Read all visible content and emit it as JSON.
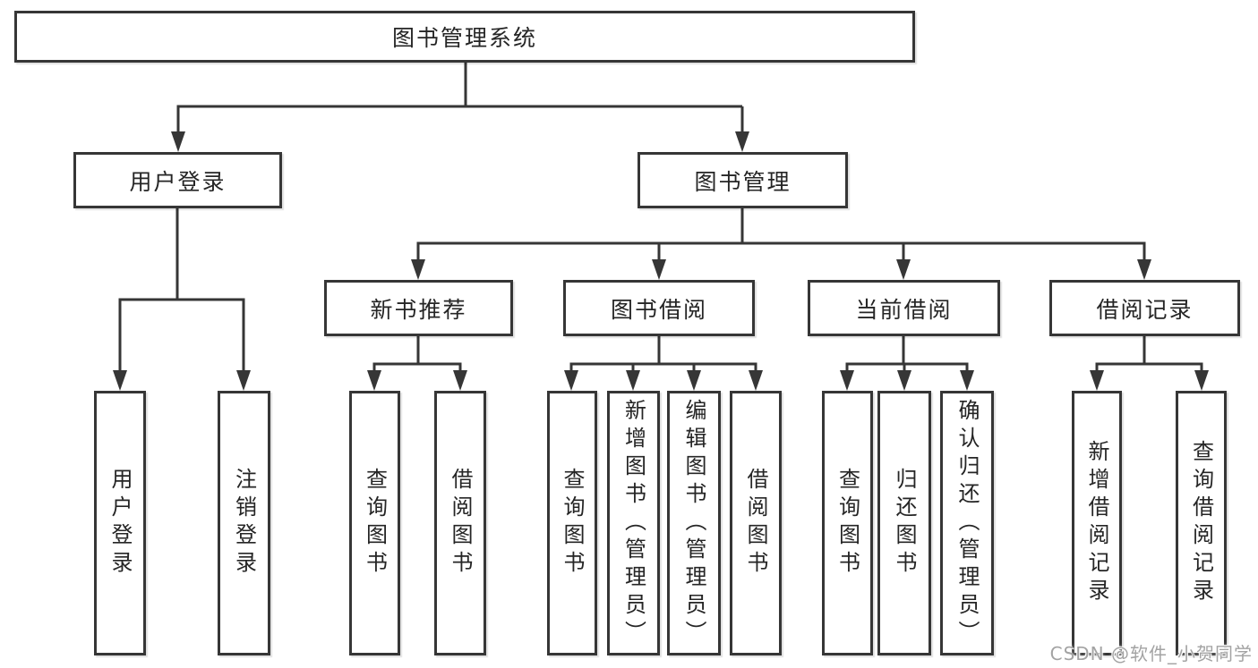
{
  "diagram": {
    "title": "图书管理系统",
    "nodes": {
      "root": "图书管理系统",
      "user_login": "用户登录",
      "book_mgmt": "图书管理",
      "new_book_rec": "新书推荐",
      "book_borrow": "图书借阅",
      "current_borrow": "当前借阅",
      "borrow_records": "借阅记录",
      "leaf_user_login": "用户登录",
      "leaf_logout": "注销登录",
      "leaf_query_book_1": "查询图书",
      "leaf_borrow_book_1": "借阅图书",
      "leaf_query_book_2": "查询图书",
      "leaf_add_book": "新增图书（管理员）",
      "leaf_edit_book": "编辑图书（管理员）",
      "leaf_borrow_book_2": "借阅图书",
      "leaf_query_book_3": "查询图书",
      "leaf_return_book": "归还图书",
      "leaf_confirm_return": "确认归还（管理员）",
      "leaf_add_record": "新增借阅记录",
      "leaf_query_record": "查询借阅记录"
    },
    "hierarchy": {
      "图书管理系统": {
        "用户登录": [
          "用户登录",
          "注销登录"
        ],
        "图书管理": {
          "新书推荐": [
            "查询图书",
            "借阅图书"
          ],
          "图书借阅": [
            "查询图书",
            "新增图书（管理员）",
            "编辑图书（管理员）",
            "借阅图书"
          ],
          "当前借阅": [
            "查询图书",
            "归还图书",
            "确认归还（管理员）"
          ],
          "借阅记录": [
            "新增借阅记录",
            "查询借阅记录"
          ]
        }
      }
    },
    "colors": {
      "line": "#363636",
      "text": "#252525",
      "background": "#ffffff",
      "watermark": "#a3a3a3"
    }
  },
  "watermark": {
    "text": "CSDN @软件_小贺同学"
  }
}
